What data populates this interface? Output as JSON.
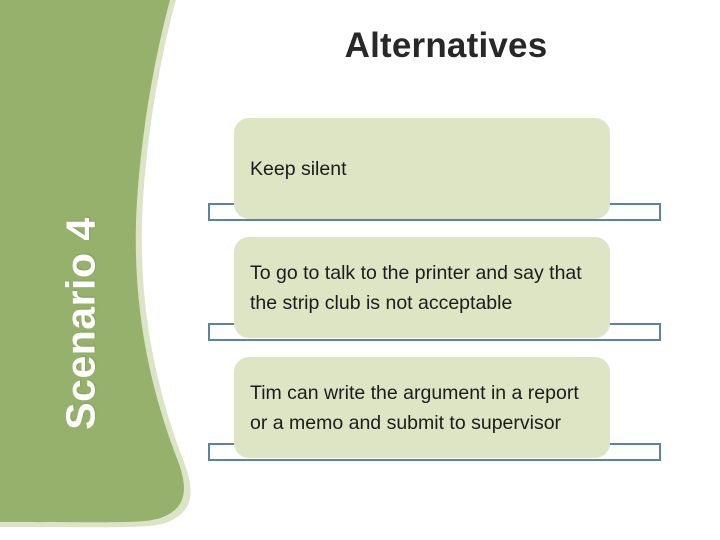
{
  "slide": {
    "title": "Alternatives",
    "side_label": "Scenario 4",
    "background_color": "#ffffff",
    "title_color": "#282828"
  },
  "theme": {
    "band_green": "#95b16b",
    "band_edge_green": "#dbe4c6",
    "box_fill": "#dde5c5",
    "bar_outline": "#5c83a6",
    "text_color": "#1c1c1c"
  },
  "alternatives": [
    {
      "text": "Keep silent"
    },
    {
      "text": "To go to talk to the printer and say that the strip club is not acceptable"
    },
    {
      "text": "Tim can write the argument in a report or a memo and submit to supervisor"
    }
  ]
}
